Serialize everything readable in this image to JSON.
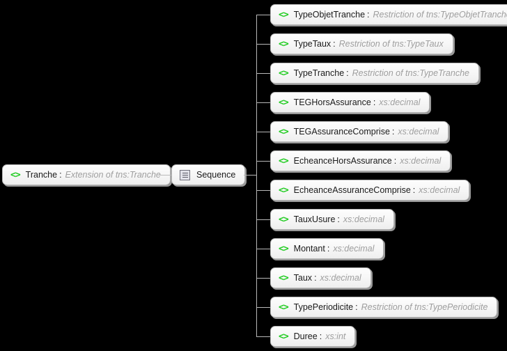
{
  "diagram": {
    "background_color": "#000000",
    "icon_color": "#22cc22",
    "name_color": "#1a1a1a",
    "type_color": "#9e9e9e",
    "line_color": "#b9b9b9",
    "separator": ":"
  },
  "root": {
    "icon": "code-icon",
    "name": "Tranche",
    "type": "Extension of tns:Tranche"
  },
  "compositor": {
    "icon": "sequence-icon",
    "name": "Sequence"
  },
  "children": [
    {
      "icon": "code-icon",
      "name": "TypeObjetTranche",
      "type": "Restriction of tns:TypeObjetTranche"
    },
    {
      "icon": "code-icon",
      "name": "TypeTaux",
      "type": "Restriction of tns:TypeTaux"
    },
    {
      "icon": "code-icon",
      "name": "TypeTranche",
      "type": "Restriction of tns:TypeTranche"
    },
    {
      "icon": "code-icon",
      "name": "TEGHorsAssurance",
      "type": "xs:decimal"
    },
    {
      "icon": "code-icon",
      "name": "TEGAssuranceComprise",
      "type": "xs:decimal"
    },
    {
      "icon": "code-icon",
      "name": "EcheanceHorsAssurance",
      "type": "xs:decimal"
    },
    {
      "icon": "code-icon",
      "name": "EcheanceAssuranceComprise",
      "type": "xs:decimal"
    },
    {
      "icon": "code-icon",
      "name": "TauxUsure",
      "type": "xs:decimal"
    },
    {
      "icon": "code-icon",
      "name": "Montant",
      "type": "xs:decimal"
    },
    {
      "icon": "code-icon",
      "name": "Taux",
      "type": "xs:decimal"
    },
    {
      "icon": "code-icon",
      "name": "TypePeriodicite",
      "type": "Restriction of tns:TypePeriodicite"
    },
    {
      "icon": "code-icon",
      "name": "Duree",
      "type": "xs:int"
    }
  ]
}
